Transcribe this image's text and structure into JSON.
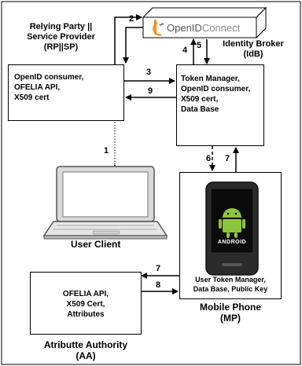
{
  "openid_logo": {
    "text_open": "OpenID",
    "text_connect": "Connect"
  },
  "rp": {
    "title_line1": "Relying Party ||",
    "title_line2": "Service Provider",
    "title_line3": "(RP||SP)",
    "box_line1": "OpenID consumer,",
    "box_line2": "OFELIA API,",
    "box_line3": "X509 cert"
  },
  "idb": {
    "title_line1": "Identity Broker",
    "title_line2": "(IdB)",
    "box_line1": "Token Manager,",
    "box_line2": "OpenID consumer,",
    "box_line3": "X509 cert,",
    "box_line4": "Data Base"
  },
  "user_client": {
    "label": "User Client"
  },
  "mobile_phone": {
    "box_line1": "User Token Manager,",
    "box_line2": "Data Base, Public Key",
    "title_line1": "Mobile Phone",
    "title_line2": "(MP)",
    "screen_text": "ANDROID"
  },
  "aa": {
    "box_line1": "OFELIA API,",
    "box_line2": "X509 Cert,",
    "box_line3": "Attributes",
    "title_line1": "Atributte Authority",
    "title_line2": "(AA)"
  },
  "steps": [
    "1",
    "2",
    "3",
    "4",
    "5",
    "6",
    "7",
    "8",
    "9"
  ],
  "steps_mp_aa": [
    "7",
    "8"
  ]
}
